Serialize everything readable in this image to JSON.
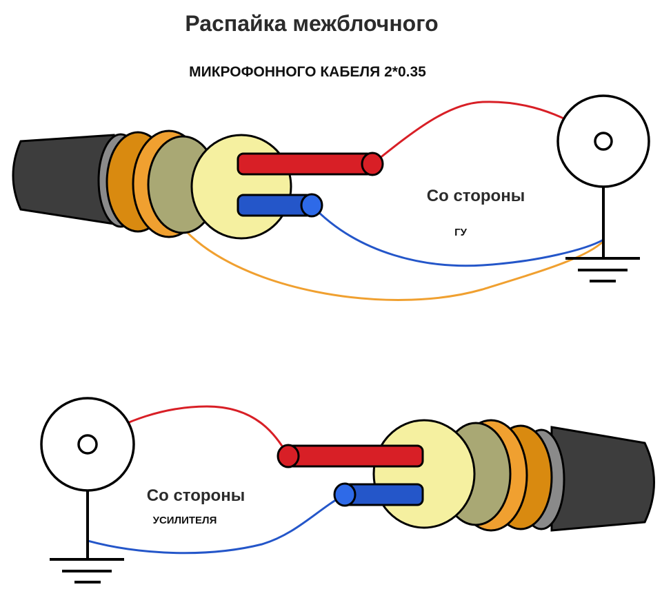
{
  "title": {
    "line1": "Распайка межблочного",
    "line2": "МИКРОФОННОГО КАБЕЛЯ 2*0.35"
  },
  "head_unit_side": {
    "label": "Со стороны",
    "sublabel": "ГУ"
  },
  "amplifier_side": {
    "label": "Со стороны",
    "sublabel": "УСИЛИТЕЛЯ"
  },
  "colors": {
    "signal_wire": "#d81f26",
    "second_wire": "#2456c9",
    "shield_wire": "#f0a030",
    "cable_jacket": "#3d3d3d",
    "cable_shield": "#d98a10",
    "inner_layer": "#a9a874",
    "insulation_core": "#f5f0a0",
    "outline": "#000000"
  },
  "icons": [
    "rca-connector-icon",
    "ground-symbol-icon"
  ]
}
